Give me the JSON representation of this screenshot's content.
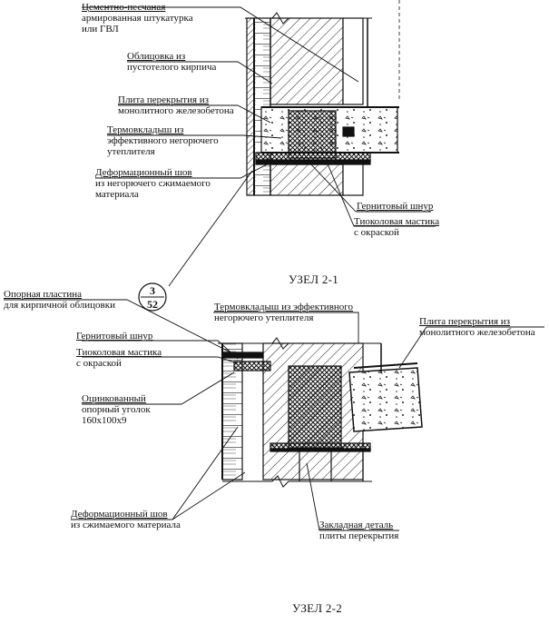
{
  "node1": {
    "title": "УЗЕЛ 2-1",
    "labels": {
      "plaster": [
        "Цементно-песчаная",
        "армированная штукатурка",
        "или ГВЛ"
      ],
      "cladding": [
        "Облицовка из",
        "пустотелого кирпича"
      ],
      "slab": [
        "Плита перекрытия из",
        "монолитного железобетона"
      ],
      "insert": [
        "Термовкладыш из",
        "эффективного негорючего",
        "утеплителя"
      ],
      "joint": [
        "Деформационный шов",
        "из негорючего сжимаемого",
        "материала"
      ],
      "cord": [
        "Гернитовый шнур"
      ],
      "mastic": [
        "Тиоколовая мастика",
        "с окраской"
      ]
    }
  },
  "callout": {
    "top": "3",
    "bottom": "52"
  },
  "node2": {
    "title": "УЗЕЛ 2-2",
    "labels": {
      "plate": [
        "Опорная пластина",
        "для кирпичной облицовки"
      ],
      "insert": [
        "Термовкладыш из эффективного",
        "негорючего утеплителя"
      ],
      "slab": [
        "Плита перекрытия из",
        "монолитного железобетона"
      ],
      "cord": [
        "Гернитовый шнур"
      ],
      "mastic": [
        "Тиоколовая мастика",
        "с окраской"
      ],
      "angle": [
        "Оцинкованный",
        "опорный уголок",
        "160х100х9"
      ],
      "joint": [
        "Деформационный шов",
        "из сжимаемого материала"
      ],
      "embed": [
        "Закладная деталь",
        "плиты перекрытия"
      ]
    }
  },
  "colors": {
    "ink": "#111111",
    "paper": "#ffffff"
  }
}
